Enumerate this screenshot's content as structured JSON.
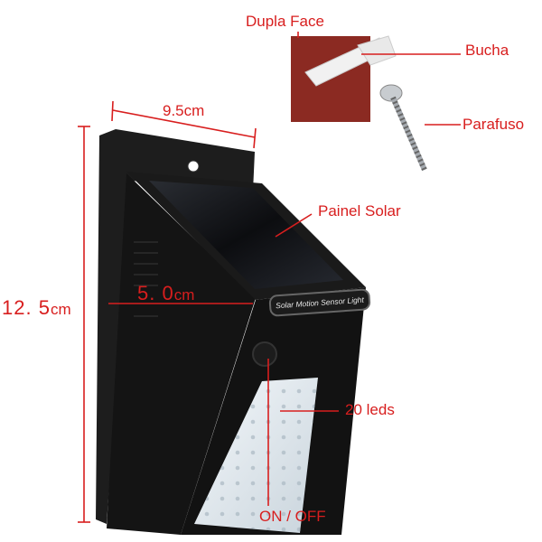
{
  "dimensions": {
    "width": "9.5cm",
    "height_prefix": "12. 5",
    "height_unit": "cm",
    "depth_value": "5. 0",
    "depth_unit": "cm"
  },
  "product_badge": "Solar Motion Sensor Light",
  "callouts": {
    "double_sided_tape": "Dupla Face",
    "anchor": "Bucha",
    "screw": "Parafuso",
    "solar_panel": "Painel Solar",
    "leds": "20 leds",
    "switch": "ON / OFF"
  },
  "colors": {
    "annotation": "#d81e1e",
    "body": "#151515",
    "tape": "#8b2a22"
  }
}
